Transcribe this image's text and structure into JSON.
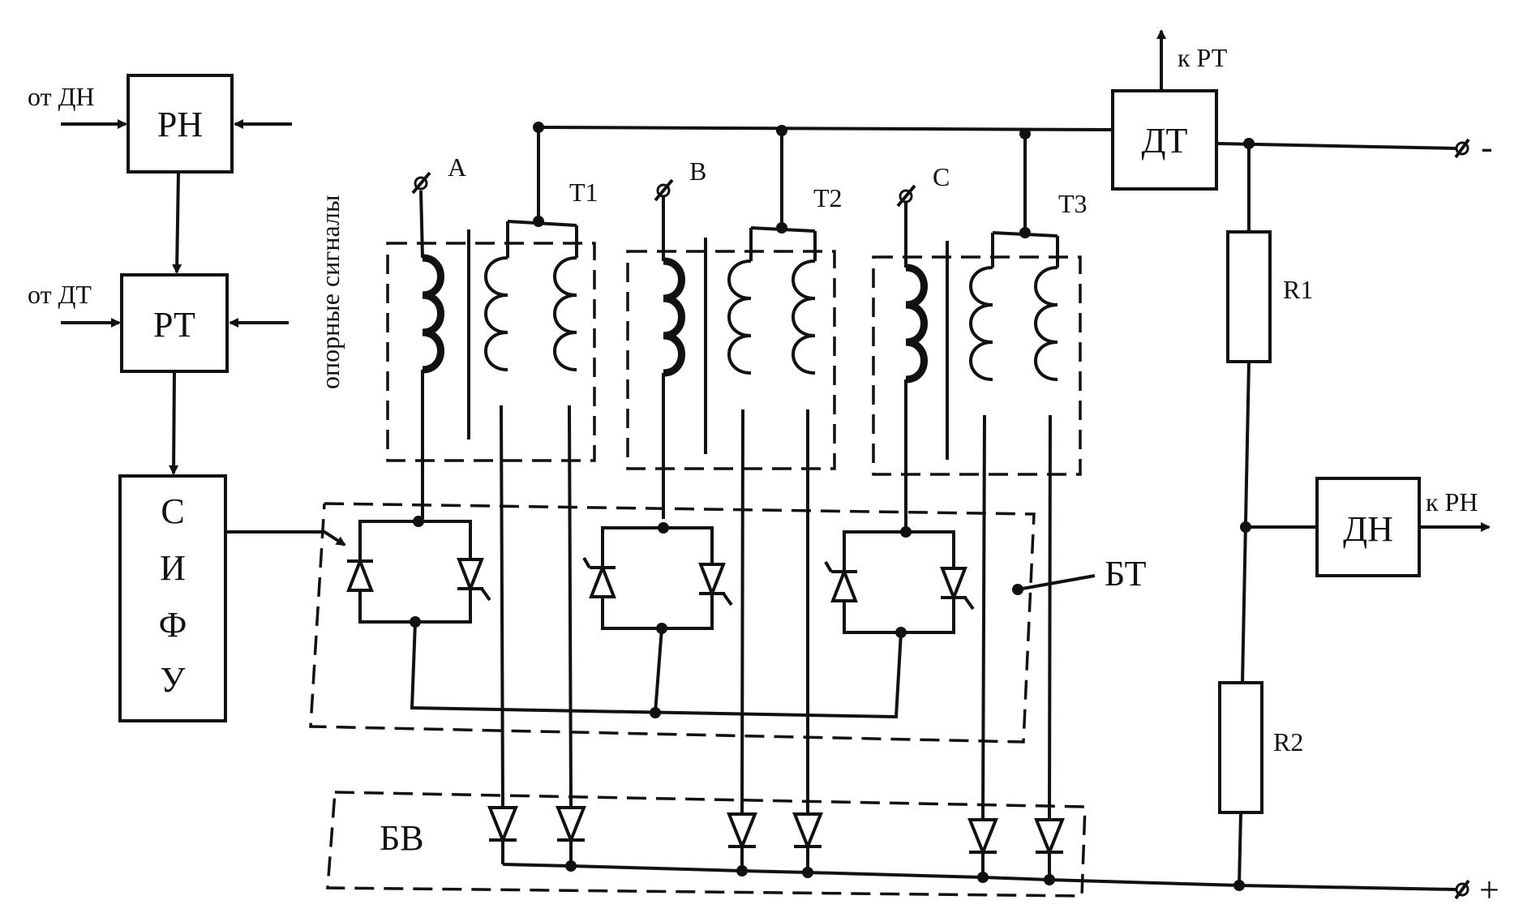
{
  "blocks": {
    "rn": "РН",
    "rt": "РТ",
    "sifu": [
      "С",
      "И",
      "Ф",
      "У"
    ],
    "dt": "ДТ",
    "dn": "ДН"
  },
  "inputs": {
    "from_dn": "от ДН",
    "from_dt": "от ДТ",
    "reference": "опорные сигналы"
  },
  "outputs": {
    "to_rt": "к РТ",
    "to_rn": "к РН"
  },
  "phases": [
    "A",
    "B",
    "C"
  ],
  "transformers": [
    "T1",
    "T2",
    "T3"
  ],
  "groups": {
    "bt": "БТ",
    "bv": "БВ"
  },
  "resistors": [
    "R1",
    "R2"
  ],
  "terminals": {
    "minus": "-",
    "plus": "+"
  }
}
